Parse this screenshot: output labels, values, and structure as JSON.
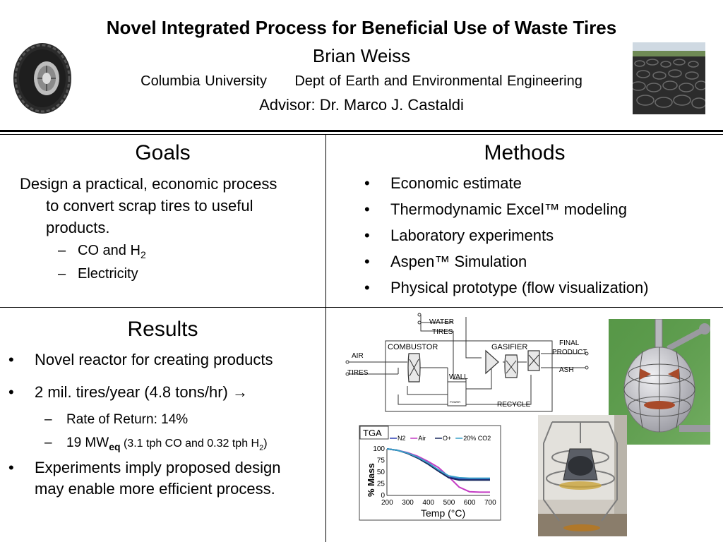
{
  "header": {
    "title": "Novel Integrated Process for Beneficial Use of Waste Tires",
    "author": "Brian Weiss",
    "university": "Columbia University",
    "department": "Dept of Earth and Environmental Engineering",
    "advisor": "Advisor: Dr. Marco J. Castaldi"
  },
  "goals": {
    "heading": "Goals",
    "main_line1": "Design a practical, economic process",
    "main_line2": "to convert scrap tires to useful",
    "main_line3": "products.",
    "sub_dash": "–",
    "sub1_text": "CO and H",
    "sub1_subscript": "2",
    "sub2_text": "Electricity"
  },
  "methods": {
    "heading": "Methods",
    "bullet": "•",
    "items": [
      "Economic estimate",
      "Thermodynamic Excel™ modeling",
      "Laboratory experiments",
      "Aspen™ Simulation",
      "Physical prototype (flow visualization)"
    ]
  },
  "results": {
    "heading": "Results",
    "bullet": "•",
    "dash": "–",
    "item1": "Novel reactor for creating products",
    "item2": "2 mil. tires/year (4.8 tons/hr) →",
    "sub1": "Rate of Return: 14%",
    "sub2_a": "19 MW",
    "sub2_sub": "eq",
    "sub2_b": " (3.1 tph CO and 0.32 tph H",
    "sub2_h2sub": "2",
    "sub2_c": ")",
    "item3_line1": "Experiments imply proposed design",
    "item3_line2": "may enable more efficient process."
  },
  "flowsheet": {
    "water": "WATER",
    "tires_top": "TIRES",
    "combustor": "COMBUSTOR",
    "gasifier": "GASIFIER",
    "final_product_1": "FINAL",
    "final_product_2": "PRODUCT",
    "air": "AIR",
    "tires_left": "TIRES",
    "wall": "WALL",
    "ash": "ASH",
    "recycle": "RECYCLE",
    "power": "POWER"
  },
  "tga": {
    "label": "TGA",
    "chart_data": {
      "type": "line",
      "xlabel": "Temp (°C)",
      "ylabel": "% Mass",
      "xlim": [
        200,
        700
      ],
      "ylim": [
        0,
        100
      ],
      "xticks": [
        "200",
        "300",
        "400",
        "500",
        "600",
        "700"
      ],
      "yticks": [
        "0",
        "25",
        "50",
        "75",
        "100"
      ],
      "series": [
        {
          "name": "N2",
          "color": "#2e3fb4",
          "x": [
            200,
            250,
            300,
            350,
            400,
            450,
            500,
            550,
            600,
            650,
            700
          ],
          "y": [
            100,
            97,
            91,
            82,
            70,
            54,
            40,
            35,
            35,
            35,
            35
          ]
        },
        {
          "name": "Air",
          "color": "#c43cc4",
          "x": [
            200,
            250,
            300,
            350,
            400,
            450,
            500,
            550,
            600,
            650,
            700
          ],
          "y": [
            100,
            97,
            92,
            84,
            73,
            60,
            40,
            18,
            8,
            7,
            7
          ]
        },
        {
          "name": "O+",
          "color": "#1a2a60",
          "x": [
            200,
            250,
            300,
            350,
            400,
            450,
            500,
            550,
            600,
            650,
            700
          ],
          "y": [
            100,
            97,
            90,
            80,
            67,
            52,
            38,
            33,
            33,
            33,
            33
          ]
        },
        {
          "name": "20% CO2",
          "color": "#3aa0c8",
          "x": [
            200,
            250,
            300,
            350,
            400,
            450,
            500,
            550,
            600,
            650,
            700
          ],
          "y": [
            100,
            97,
            91,
            82,
            70,
            55,
            42,
            38,
            37,
            37,
            37
          ]
        }
      ]
    }
  },
  "colors": {
    "rule": "#000000",
    "grass": "#5a9a4a",
    "reactor_shell": "#c9c9cf",
    "reactor_band": "#a84a2a"
  },
  "icons": {
    "tire": "tire-photo",
    "tire_pile": "tire-pile-photo",
    "reactor_model": "reactor-3d-model",
    "prototype": "prototype-photo"
  }
}
